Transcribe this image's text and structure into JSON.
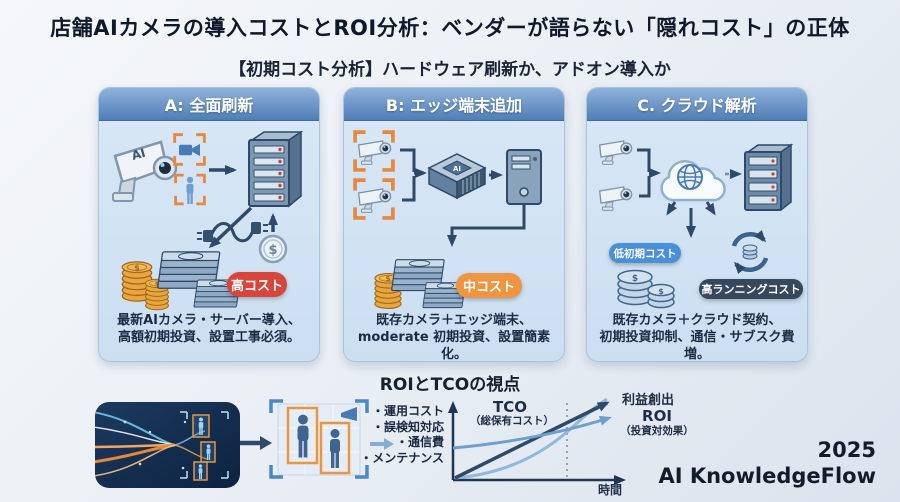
{
  "header": {
    "title": "店舗AIカメラの導入コストとROI分析：ベンダーが語らない「隠れコスト」の正体",
    "subtitle": "【初期コスト分析】ハードウェア刷新か、アドオン導入か"
  },
  "panels": [
    {
      "header": "A: 全面刷新",
      "camera_label": "AI",
      "badge": "高コスト",
      "badge_color": "#d8453a",
      "desc_line1": "最新AIカメラ・サーバー導入、",
      "desc_line2": "高額初期投資、設置工事必須。"
    },
    {
      "header": "B: エッジ端末追加",
      "device_label": "AI",
      "badge": "中コスト",
      "badge_color": "#ef9440",
      "desc_line1": "既存カメラ＋エッジ端末、",
      "desc_line2": "moderate 初期投資、設置簡素化。"
    },
    {
      "header": "C. クラウド解析",
      "badge_low": "低初期コスト",
      "badge_low_color": "#4a90d8",
      "badge_high": "高ランニングコスト",
      "badge_high_color": "#37475c",
      "desc_line1": "既存カメラ＋クラウド契約、",
      "desc_line2": "初期投資抑制、通信・サブスク費増。"
    }
  ],
  "bottom": {
    "section_title": "ROIとTCOの視点",
    "checklist": [
      "・運用コスト",
      "・誤検知対応",
      "・通信費",
      "・メンテナンス"
    ],
    "chart": {
      "tco_label": "TCO",
      "tco_sub": "（総保有コスト）",
      "profit_label": "利益創出",
      "roi_label": "ROI",
      "roi_sub": "（投資対効果）",
      "x_label": "時間"
    }
  },
  "footer": {
    "year": "2025",
    "brand": "AI KnowledgeFlow"
  },
  "chart_data": {
    "type": "line",
    "title": "ROIとTCOの視点",
    "xlabel": "時間",
    "ylabel": "",
    "axis_numeric": false,
    "grid": false,
    "guide_line_x": 0.65,
    "series": [
      {
        "name": "TCO（総保有コスト）",
        "style": "light-blue S-curve",
        "x": [
          0,
          0.2,
          0.4,
          0.65,
          0.85,
          1.0
        ],
        "y": [
          0.02,
          0.08,
          0.25,
          0.55,
          0.85,
          0.97
        ]
      },
      {
        "name": "利益創出",
        "style": "dark-navy straight arrow",
        "x": [
          0,
          1.0
        ],
        "y": [
          0.02,
          0.97
        ]
      },
      {
        "name": "ROI（投資対効果）",
        "style": "medium-blue arrow",
        "x": [
          0,
          1.0
        ],
        "y": [
          0.37,
          0.75
        ]
      }
    ]
  },
  "colors": {
    "badge_high_cost": "#d8453a",
    "badge_mid_cost": "#ef9440",
    "badge_low_initial": "#4a90d8",
    "badge_high_running": "#37475c",
    "panel_header_blue": "#4f7eb7",
    "accent_orange": "#e8883a",
    "accent_navy": "#2e4a68"
  },
  "icons": {
    "panel_a": [
      "ai-camera-icon",
      "detection-frame-icon",
      "video-glyph-icon",
      "person-glyph-icon",
      "server-icon",
      "power-cable-icon",
      "dollar-coin-icon",
      "coin-stack-icon",
      "bill-stack-icon"
    ],
    "panel_b": [
      "camera-icon",
      "detection-frame-icon",
      "edge-device-icon",
      "pc-tower-icon",
      "coin-stack-icon",
      "bill-stack-icon"
    ],
    "panel_c": [
      "camera-icon",
      "cloud-globe-icon",
      "server-rack-icon",
      "sync-subscription-icon",
      "coin-stack-icon"
    ],
    "bottom_flow": [
      "data-stream-image",
      "people-detection-icon",
      "flow-arrow-icon",
      "roi-tco-chart"
    ]
  }
}
